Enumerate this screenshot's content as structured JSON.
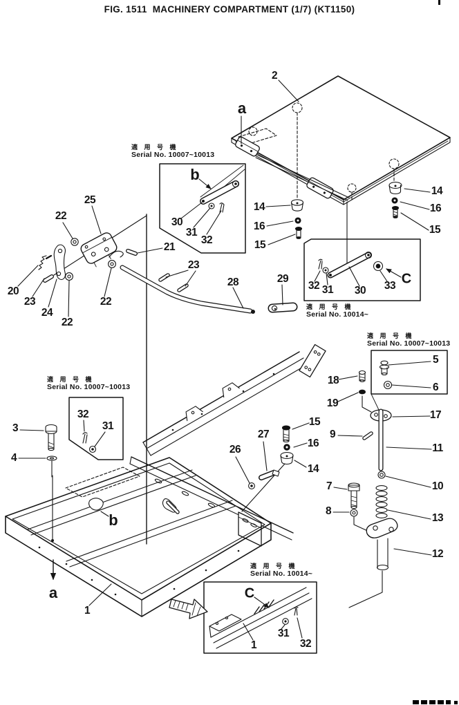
{
  "title": "FIG. 1511  MACHINERY COMPARTMENT (1/7) (KT1150)",
  "serial_plates": {
    "detail_b": {
      "jp": "適 用 号 機",
      "en": "Serial No. 10007~10013"
    },
    "detail_c_right": {
      "jp": "適 用 号 機",
      "en": "Serial No. 10014~"
    },
    "bolt_set_right": {
      "jp": "適 用 号 機",
      "en": "Serial No. 10007~10013"
    },
    "bolt_set_left": {
      "jp": "適 用 号 機",
      "en": "Serial No. 10007~10013"
    },
    "detail_c_bottom": {
      "jp": "適 用 号 機",
      "en": "Serial No. 10014~"
    }
  },
  "view_letters": {
    "a_top": "a",
    "a_bottom": "a",
    "b_detail": "b",
    "b_tray": "b",
    "c_right": "C",
    "c_bottom": "C"
  },
  "part_labels": {
    "p1": "1",
    "p1_box": "1",
    "p2": "2",
    "p3": "3",
    "p4": "4",
    "p5": "5",
    "p6": "6",
    "p7": "7",
    "p8": "8",
    "p9": "9",
    "p10": "10",
    "p11": "11",
    "p12": "12",
    "p13": "13",
    "p14_right": "14",
    "p14_mid": "14",
    "p14_low": "14",
    "p15_right": "15",
    "p15_mid": "15",
    "p15_low": "15",
    "p16_right": "16",
    "p16_mid": "16",
    "p16_low": "16",
    "p17": "17",
    "p18": "18",
    "p19": "19",
    "p20": "20",
    "p21": "21",
    "p22_a": "22",
    "p22_b": "22",
    "p22_c": "22",
    "p23_left": "23",
    "p23_mid": "23",
    "p24": "24",
    "p25": "25",
    "p26": "26",
    "p27": "27",
    "p28": "28",
    "p29": "29",
    "p30_b": "30",
    "p31_b": "31",
    "p32_b": "32",
    "p30_c": "30",
    "p31_c": "31",
    "p32_c": "32",
    "p33": "33",
    "p31_left": "31",
    "p32_left": "32",
    "p31_bottom": "31",
    "p32_bottom": "32"
  }
}
